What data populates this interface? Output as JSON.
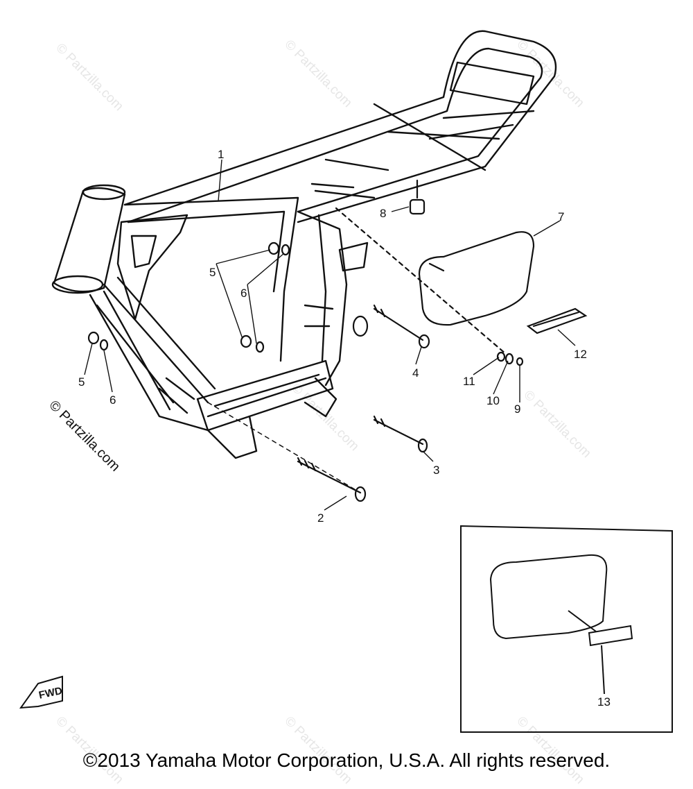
{
  "diagram": {
    "callouts": {
      "c1": "1",
      "c2": "2",
      "c3": "3",
      "c4": "4",
      "c5a": "5",
      "c5b": "5",
      "c6a": "6",
      "c6b": "6",
      "c7": "7",
      "c8": "8",
      "c9": "9",
      "c10": "10",
      "c11": "11",
      "c12": "12",
      "c13": "13"
    },
    "fwd_label": "FWD",
    "watermark": "© Partzilla.com"
  },
  "footer": {
    "copyright": "©2013 Yamaha Motor Corporation, U.S.A. All rights reserved."
  }
}
